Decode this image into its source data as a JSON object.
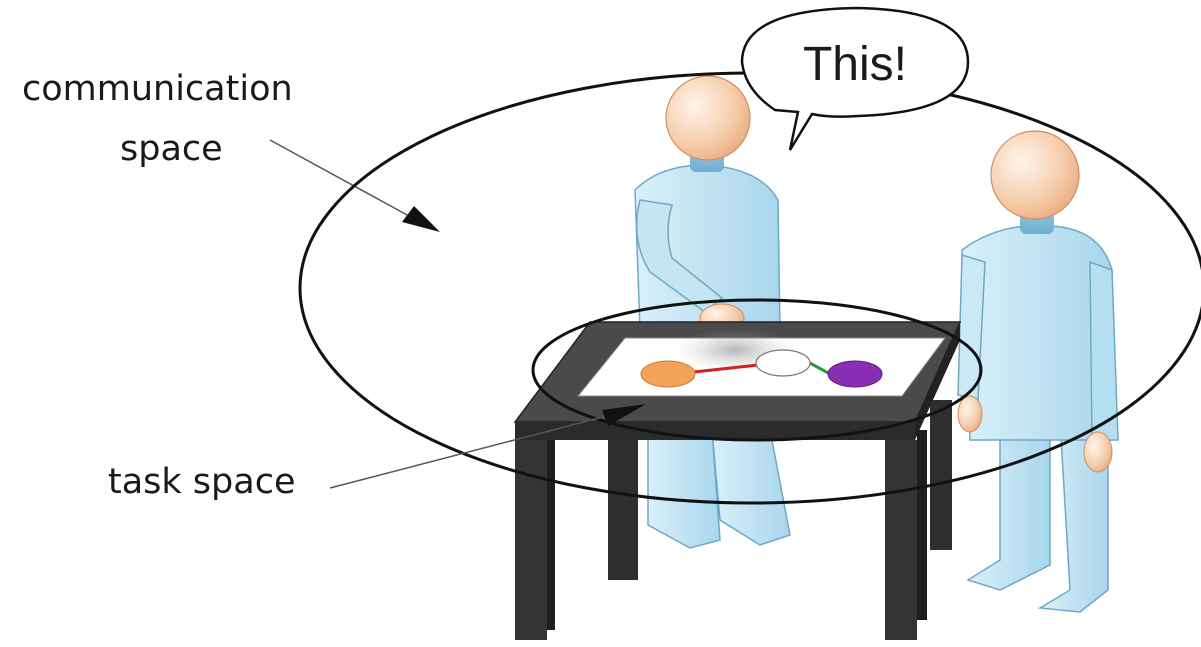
{
  "labels": {
    "communication_line1": "communication",
    "communication_line2": "space",
    "task": "task space"
  },
  "speech_bubble": {
    "text": "This!"
  },
  "colors": {
    "person_body": "#bfe4f3",
    "person_outline": "#6fa9c4",
    "head_skin": "#f4c9a6",
    "table_dark": "#3a3a3a",
    "screen_white": "#ffffff",
    "node_orange": "#f2a35a",
    "node_purple": "#8a2fb5",
    "edge_red": "#d42020",
    "edge_green": "#2a9a3a",
    "ellipse_stroke": "#111111"
  },
  "icons": {
    "speaker": "person-pointing-icon",
    "listener": "person-standing-icon",
    "table": "tabletop-display-icon"
  }
}
